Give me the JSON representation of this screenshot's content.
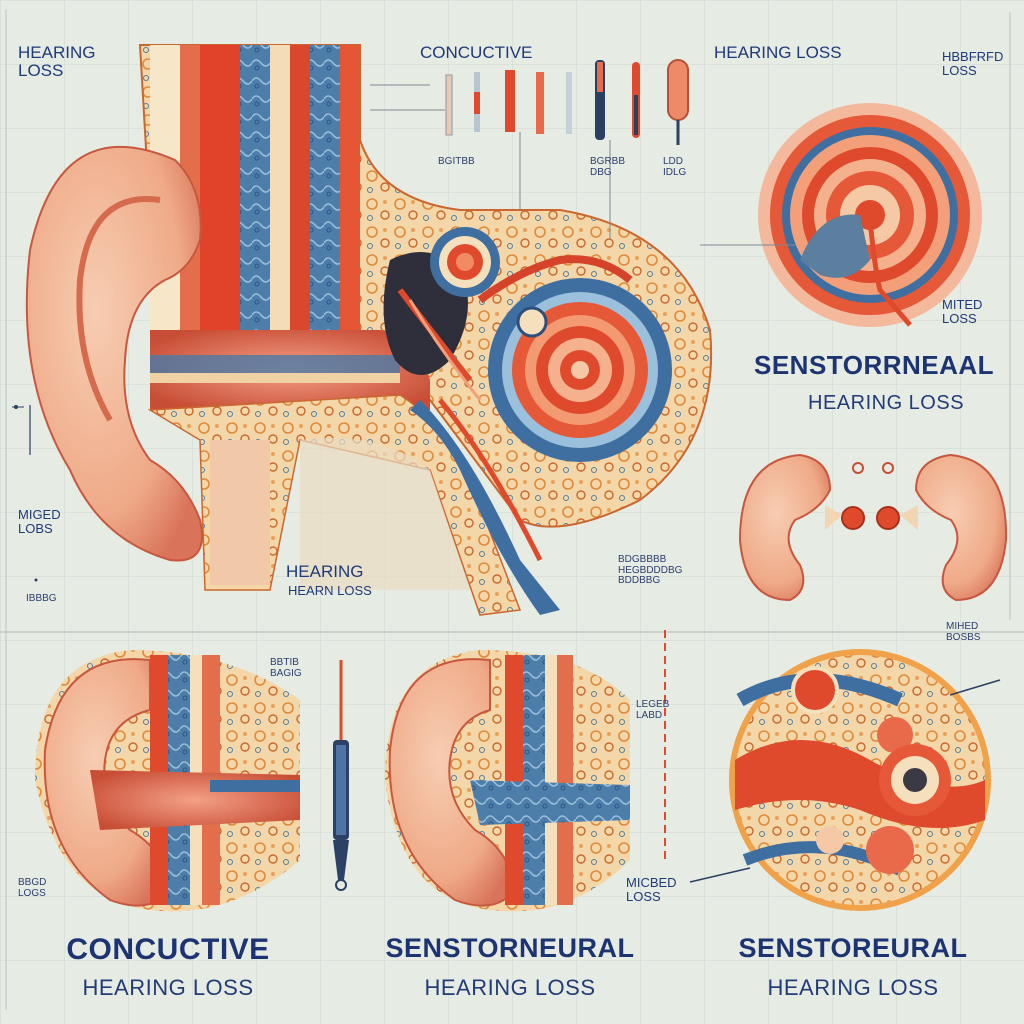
{
  "palette": {
    "background": "#e6ebe3",
    "skin": "#f2b99a",
    "skin_shadow": "#d9745a",
    "red": "#e04a2c",
    "blue": "#3f6fa0",
    "orange": "#f0a24a",
    "cream": "#f5e0bd",
    "navy_text": "#1f3a78"
  },
  "labels": {
    "top_left": "HEARING\nLOSS",
    "top_center": "CONCUCTIVE",
    "top_right": "HEARING LOSS",
    "top_far_right": "HBBFRFD\nLOSS",
    "small_1": "BGITBB",
    "small_2": "BGRBB\nDBG",
    "small_3": "LDD\nIDLG",
    "left_mid": "MIGED\nLOBS",
    "left_low": "IBBBG",
    "center_hearing": "HEARING",
    "center_hearing_sub": "HEARN LOSS",
    "center_right_small": "BDGBBBB\nHEGBDDDBG\nBDDBBG",
    "right_mixed": "MITED\nLOSS",
    "right_mixed_2": "MIHED\nBOSBS",
    "bottom_small_1": "BBTIB\nBAGIG",
    "bottom_small_2": "LEGEB\nLABD",
    "bottom_left_small": "BBGD\nLOGS",
    "bottom_mixed": "MICBED\nLOSS"
  },
  "titles": {
    "right_main": "SENSTORRNEAAL",
    "right_sub": "HEARING LOSS",
    "bottom_1_main": "CONCUCTIVE",
    "bottom_1_sub": "HEARING LOSS",
    "bottom_2_main": "SENSTORNEURAL",
    "bottom_2_sub": "HEARING LOSS",
    "bottom_3_main": "SENSTOREURAL",
    "bottom_3_sub": "HEARING LOSS"
  }
}
